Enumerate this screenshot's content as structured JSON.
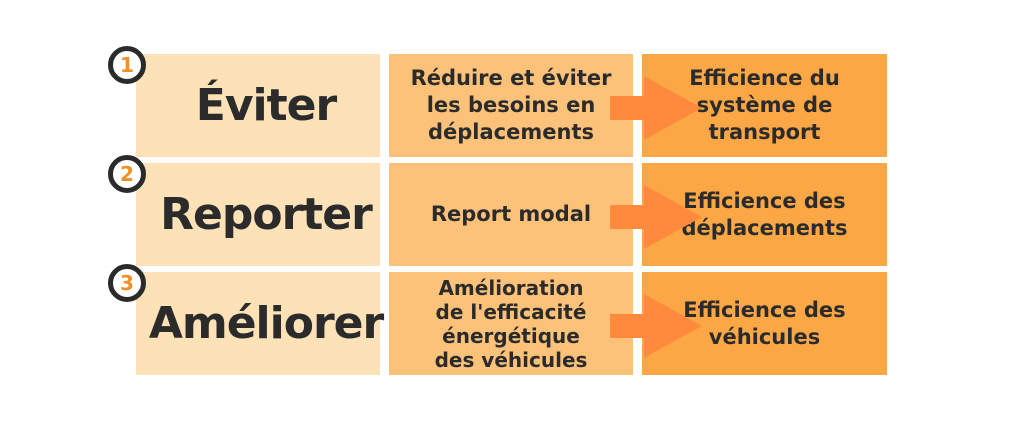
{
  "colors": {
    "col1": "#fde2b7",
    "col2": "#fdc27a",
    "col3": "#fca745",
    "arrow": "#ff8a3d",
    "number": "#f39025",
    "text": "#2b2b2b"
  },
  "rows": [
    {
      "number": "1",
      "strategy": "Éviter",
      "action": "Réduire et éviter\nles besoins en\ndéplacements",
      "outcome": "Efficience du\nsystème de\ntransport"
    },
    {
      "number": "2",
      "strategy": "Reporter",
      "action": "Report modal",
      "outcome": "Efficience des\ndéplacements"
    },
    {
      "number": "3",
      "strategy": "Améliorer",
      "action": "Amélioration\nde l'efficacité\nénergétique\ndes véhicules",
      "outcome": "Efficience des\nvéhicules"
    }
  ]
}
